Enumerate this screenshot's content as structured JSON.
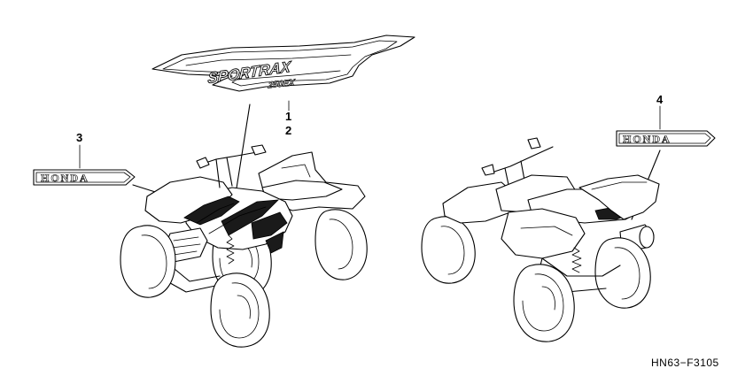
{
  "callouts": {
    "c1": "1",
    "c2": "2",
    "c3": "3",
    "c4": "4"
  },
  "decals": {
    "model_stripe_word": "SPORTRAX",
    "model_stripe_sub": "250EX",
    "honda_badge_left": "HONDA",
    "honda_badge_right": "HONDA"
  },
  "diagram_code": "HN63−F3105"
}
